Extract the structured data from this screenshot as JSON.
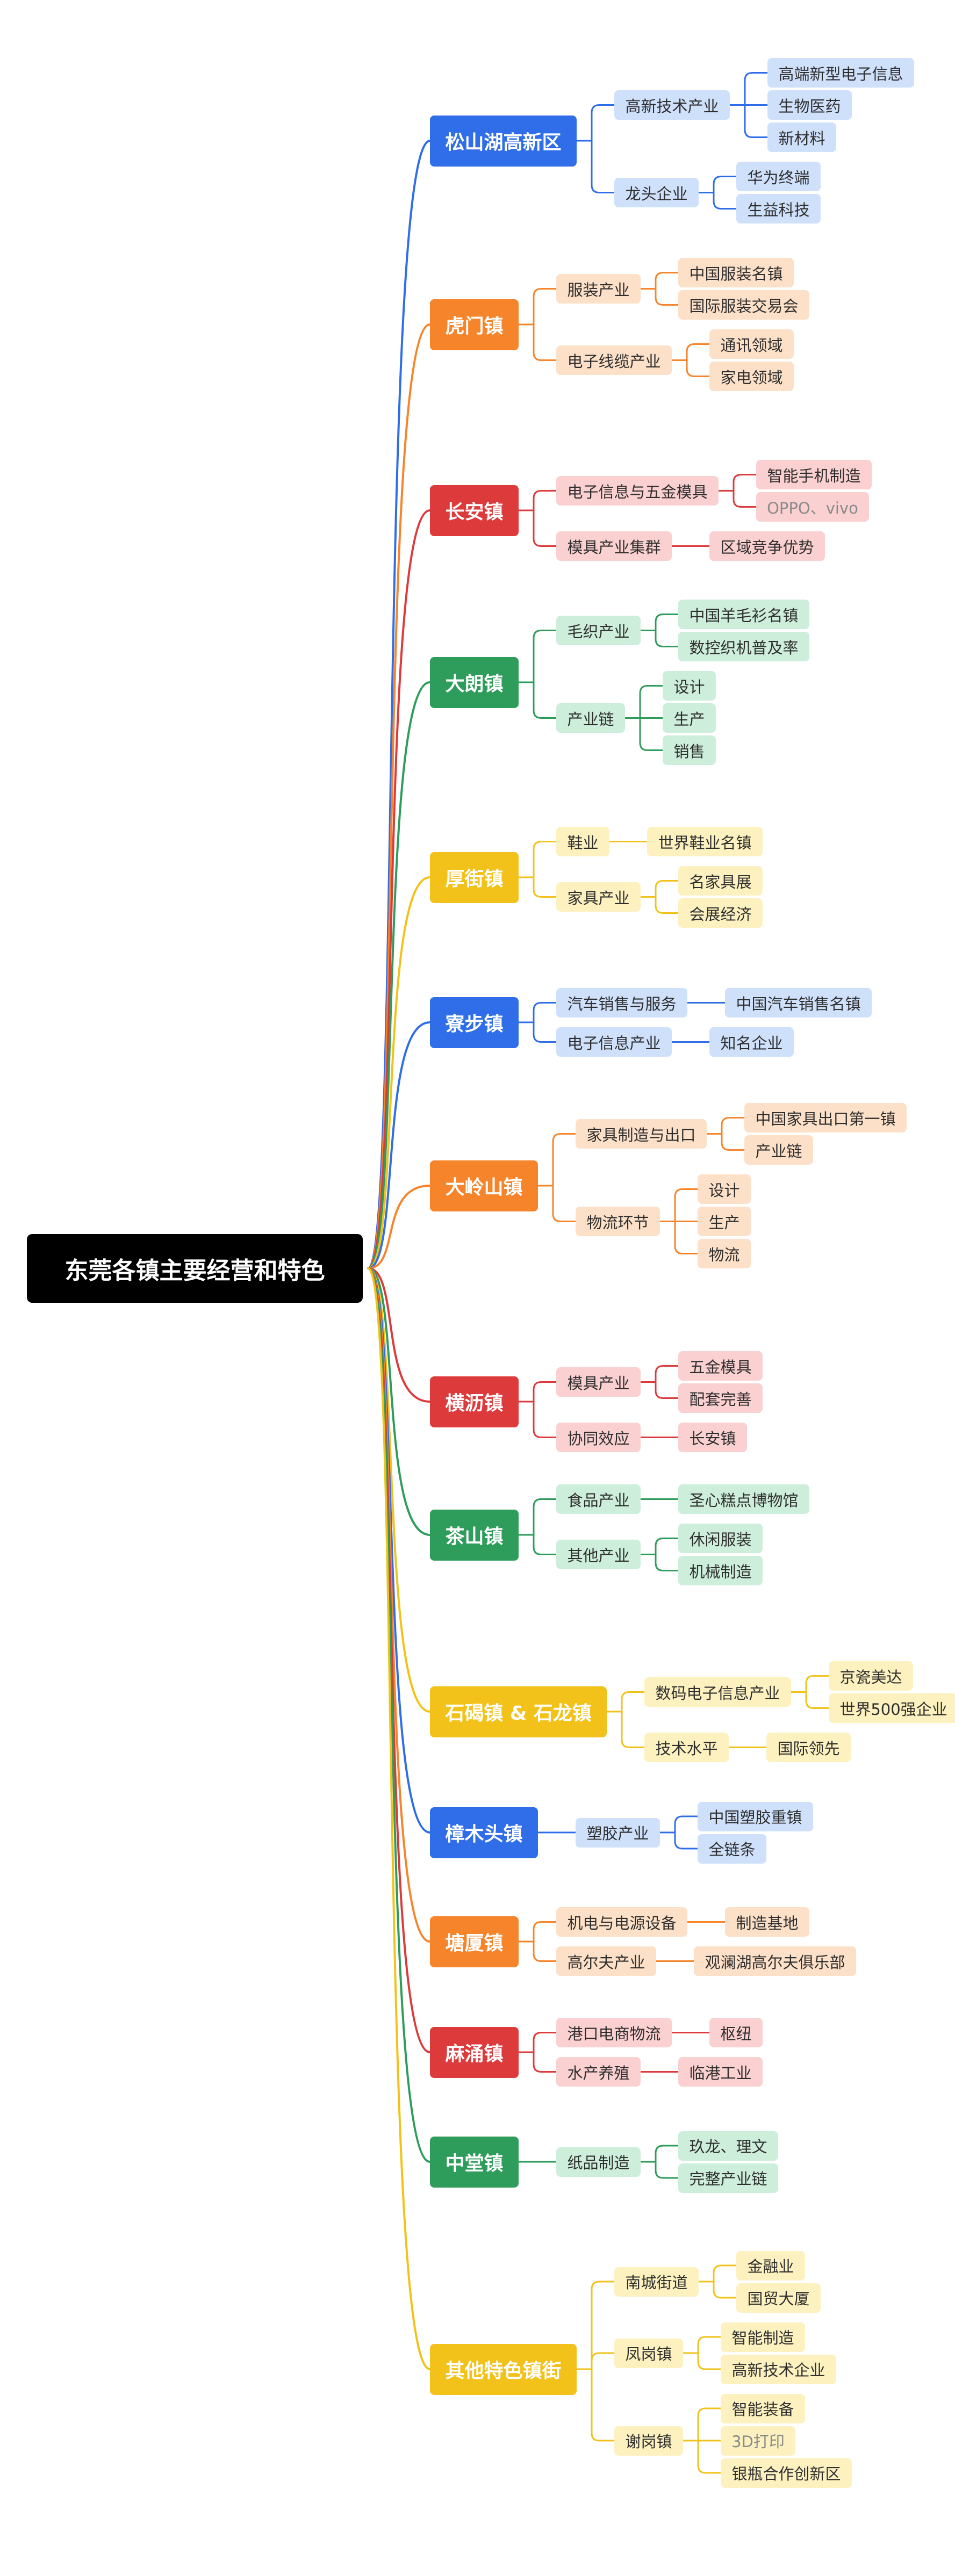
{
  "title": "东莞各镇主要经营和特色",
  "colors": {
    "blue": {
      "main": "#2f6ee8",
      "light": "#cfe0fb"
    },
    "orange": {
      "main": "#f6842b",
      "light": "#fde0c8"
    },
    "red": {
      "main": "#dd3a3c",
      "light": "#fbd0d0"
    },
    "green": {
      "main": "#2e9c5a",
      "light": "#cdeeda"
    },
    "yellow": {
      "main": "#f2c21b",
      "light": "#fdf1c0"
    }
  },
  "towns": [
    {
      "label": "松山湖高新区",
      "color": "blue",
      "children": [
        {
          "label": "高新技术产业",
          "children": [
            {
              "label": "高端新型电子信息"
            },
            {
              "label": "生物医药"
            },
            {
              "label": "新材料"
            }
          ]
        },
        {
          "label": "龙头企业",
          "children": [
            {
              "label": "华为终端"
            },
            {
              "label": "生益科技"
            }
          ]
        }
      ]
    },
    {
      "label": "虎门镇",
      "color": "orange",
      "children": [
        {
          "label": "服装产业",
          "children": [
            {
              "label": "中国服装名镇"
            },
            {
              "label": "国际服装交易会"
            }
          ]
        },
        {
          "label": "电子线缆产业",
          "children": [
            {
              "label": "通讯领域"
            },
            {
              "label": "家电领域"
            }
          ]
        }
      ]
    },
    {
      "label": "长安镇",
      "color": "red",
      "children": [
        {
          "label": "电子信息与五金模具",
          "children": [
            {
              "label": "智能手机制造"
            },
            {
              "label": "OPPO、vivo",
              "muted": true
            }
          ]
        },
        {
          "label": "模具产业集群",
          "children": [
            {
              "label": "区域竞争优势"
            }
          ]
        }
      ]
    },
    {
      "label": "大朗镇",
      "color": "green",
      "children": [
        {
          "label": "毛织产业",
          "children": [
            {
              "label": "中国羊毛衫名镇"
            },
            {
              "label": "数控织机普及率"
            }
          ]
        },
        {
          "label": "产业链",
          "children": [
            {
              "label": "设计"
            },
            {
              "label": "生产"
            },
            {
              "label": "销售"
            }
          ]
        }
      ]
    },
    {
      "label": "厚街镇",
      "color": "yellow",
      "children": [
        {
          "label": "鞋业",
          "children": [
            {
              "label": "世界鞋业名镇"
            }
          ]
        },
        {
          "label": "家具产业",
          "children": [
            {
              "label": "名家具展"
            },
            {
              "label": "会展经济"
            }
          ]
        }
      ]
    },
    {
      "label": "寮步镇",
      "color": "blue",
      "children": [
        {
          "label": "汽车销售与服务",
          "children": [
            {
              "label": "中国汽车销售名镇"
            }
          ]
        },
        {
          "label": "电子信息产业",
          "children": [
            {
              "label": "知名企业"
            }
          ]
        }
      ]
    },
    {
      "label": "大岭山镇",
      "color": "orange",
      "children": [
        {
          "label": "家具制造与出口",
          "children": [
            {
              "label": "中国家具出口第一镇"
            },
            {
              "label": "产业链"
            }
          ]
        },
        {
          "label": "物流环节",
          "children": [
            {
              "label": "设计"
            },
            {
              "label": "生产"
            },
            {
              "label": "物流"
            }
          ]
        }
      ]
    },
    {
      "label": "横沥镇",
      "color": "red",
      "children": [
        {
          "label": "模具产业",
          "children": [
            {
              "label": "五金模具"
            },
            {
              "label": "配套完善"
            }
          ]
        },
        {
          "label": "协同效应",
          "children": [
            {
              "label": "长安镇"
            }
          ]
        }
      ]
    },
    {
      "label": "茶山镇",
      "color": "green",
      "children": [
        {
          "label": "食品产业",
          "children": [
            {
              "label": "圣心糕点博物馆"
            }
          ]
        },
        {
          "label": "其他产业",
          "children": [
            {
              "label": "休闲服装"
            },
            {
              "label": "机械制造"
            }
          ]
        }
      ]
    },
    {
      "label": "石碣镇 & 石龙镇",
      "color": "yellow",
      "children": [
        {
          "label": "数码电子信息产业",
          "children": [
            {
              "label": "京瓷美达"
            },
            {
              "label": "世界500强企业"
            }
          ]
        },
        {
          "label": "技术水平",
          "children": [
            {
              "label": "国际领先"
            }
          ]
        }
      ]
    },
    {
      "label": "樟木头镇",
      "color": "blue",
      "children": [
        {
          "label": "塑胶产业",
          "children": [
            {
              "label": "中国塑胶重镇"
            },
            {
              "label": "全链条"
            }
          ]
        }
      ]
    },
    {
      "label": "塘厦镇",
      "color": "orange",
      "children": [
        {
          "label": "机电与电源设备",
          "children": [
            {
              "label": "制造基地"
            }
          ]
        },
        {
          "label": "高尔夫产业",
          "children": [
            {
              "label": "观澜湖高尔夫俱乐部"
            }
          ]
        }
      ]
    },
    {
      "label": "麻涌镇",
      "color": "red",
      "children": [
        {
          "label": "港口电商物流",
          "children": [
            {
              "label": "枢纽"
            }
          ]
        },
        {
          "label": "水产养殖",
          "children": [
            {
              "label": "临港工业"
            }
          ]
        }
      ]
    },
    {
      "label": "中堂镇",
      "color": "green",
      "children": [
        {
          "label": "纸品制造",
          "children": [
            {
              "label": "玖龙、理文"
            },
            {
              "label": "完整产业链"
            }
          ]
        }
      ]
    },
    {
      "label": "其他特色镇街",
      "color": "yellow",
      "children": [
        {
          "label": "南城街道",
          "children": [
            {
              "label": "金融业"
            },
            {
              "label": "国贸大厦"
            }
          ]
        },
        {
          "label": "凤岗镇",
          "children": [
            {
              "label": "智能制造"
            },
            {
              "label": "高新技术企业"
            }
          ]
        },
        {
          "label": "谢岗镇",
          "children": [
            {
              "label": "智能装备"
            },
            {
              "label": "3D打印",
              "muted": true
            },
            {
              "label": "银瓶合作创新区"
            }
          ]
        }
      ]
    }
  ]
}
